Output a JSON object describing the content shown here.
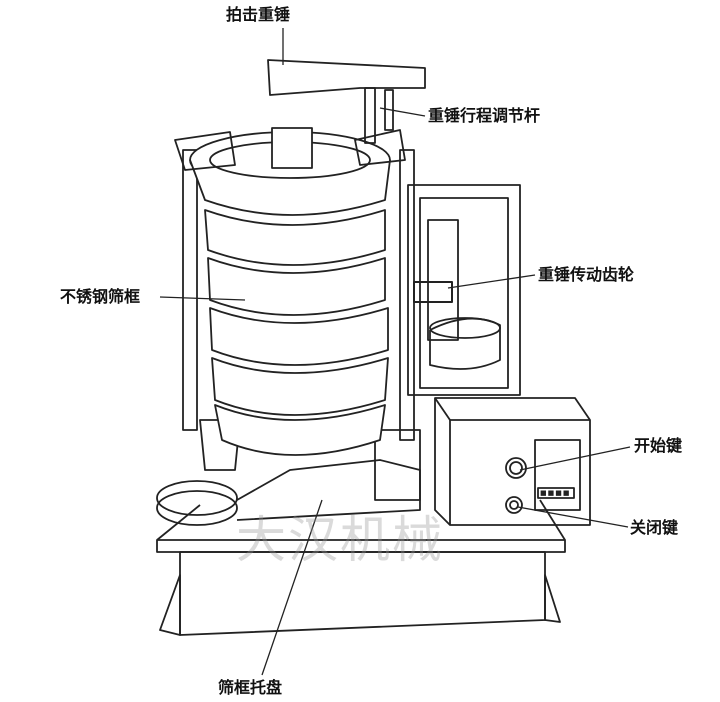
{
  "labels": {
    "hammer": "拍击重锤",
    "stroke_rod": "重锤行程调节杆",
    "gear": "重锤传动齿轮",
    "sieve_frame": "不锈钢筛框",
    "start_key": "开始键",
    "close_key": "关闭键",
    "tray": "筛框托盘"
  },
  "watermark": "大汉机械",
  "display_digits": "■■■■"
}
